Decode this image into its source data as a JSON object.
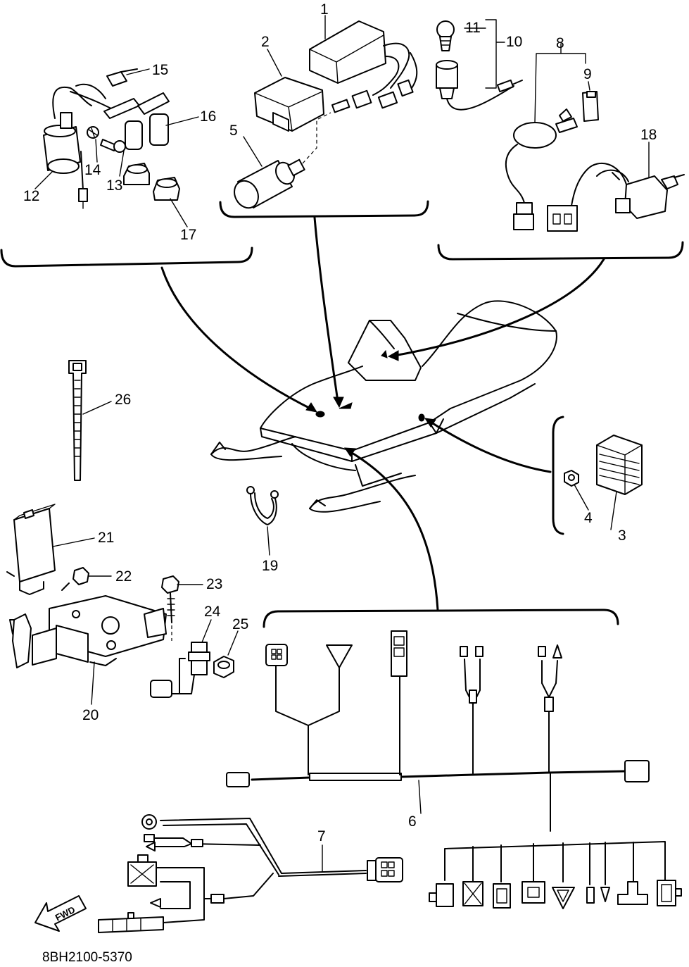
{
  "diagram": {
    "drawing_code": "8BH2100-5370",
    "fwd_label": "FWD",
    "callouts": {
      "c1": "1",
      "c2": "2",
      "c3": "3",
      "c4": "4",
      "c5": "5",
      "c6": "6",
      "c7": "7",
      "c8": "8",
      "c9": "9",
      "c10": "10",
      "c11": "11",
      "c12": "12",
      "c13": "13",
      "c14": "14",
      "c15": "15",
      "c16": "16",
      "c17": "17",
      "c18": "18",
      "c19": "19",
      "c20": "20",
      "c21": "21",
      "c22": "22",
      "c23": "23",
      "c24": "24",
      "c25": "25",
      "c26": "26"
    }
  }
}
